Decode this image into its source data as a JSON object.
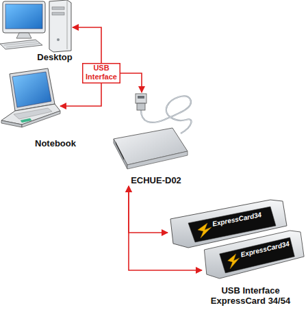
{
  "diagram": {
    "nodes": [
      {
        "text": [
          "Desktop"
        ]
      },
      {
        "text": [
          "Notebook"
        ]
      },
      {
        "text": [
          "USB Interface"
        ]
      },
      {
        "text": [
          "ECHUE-D02"
        ]
      },
      {
        "text": [
          "ExpressCard34"
        ]
      },
      {
        "text": [
          "ExpressCard34"
        ]
      }
    ],
    "edges": [
      {
        "from": 2,
        "to": 0,
        "arrow": "to"
      },
      {
        "from": 2,
        "to": 1,
        "arrow": "to"
      },
      {
        "from": 2,
        "to": 3,
        "arrow": "to"
      },
      {
        "from": 3,
        "to": 4,
        "arrow": "both"
      },
      {
        "from": 3,
        "to": 5,
        "arrow": "both"
      }
    ],
    "labels": [
      "USB Interface ExpressCard 34/54"
    ]
  }
}
